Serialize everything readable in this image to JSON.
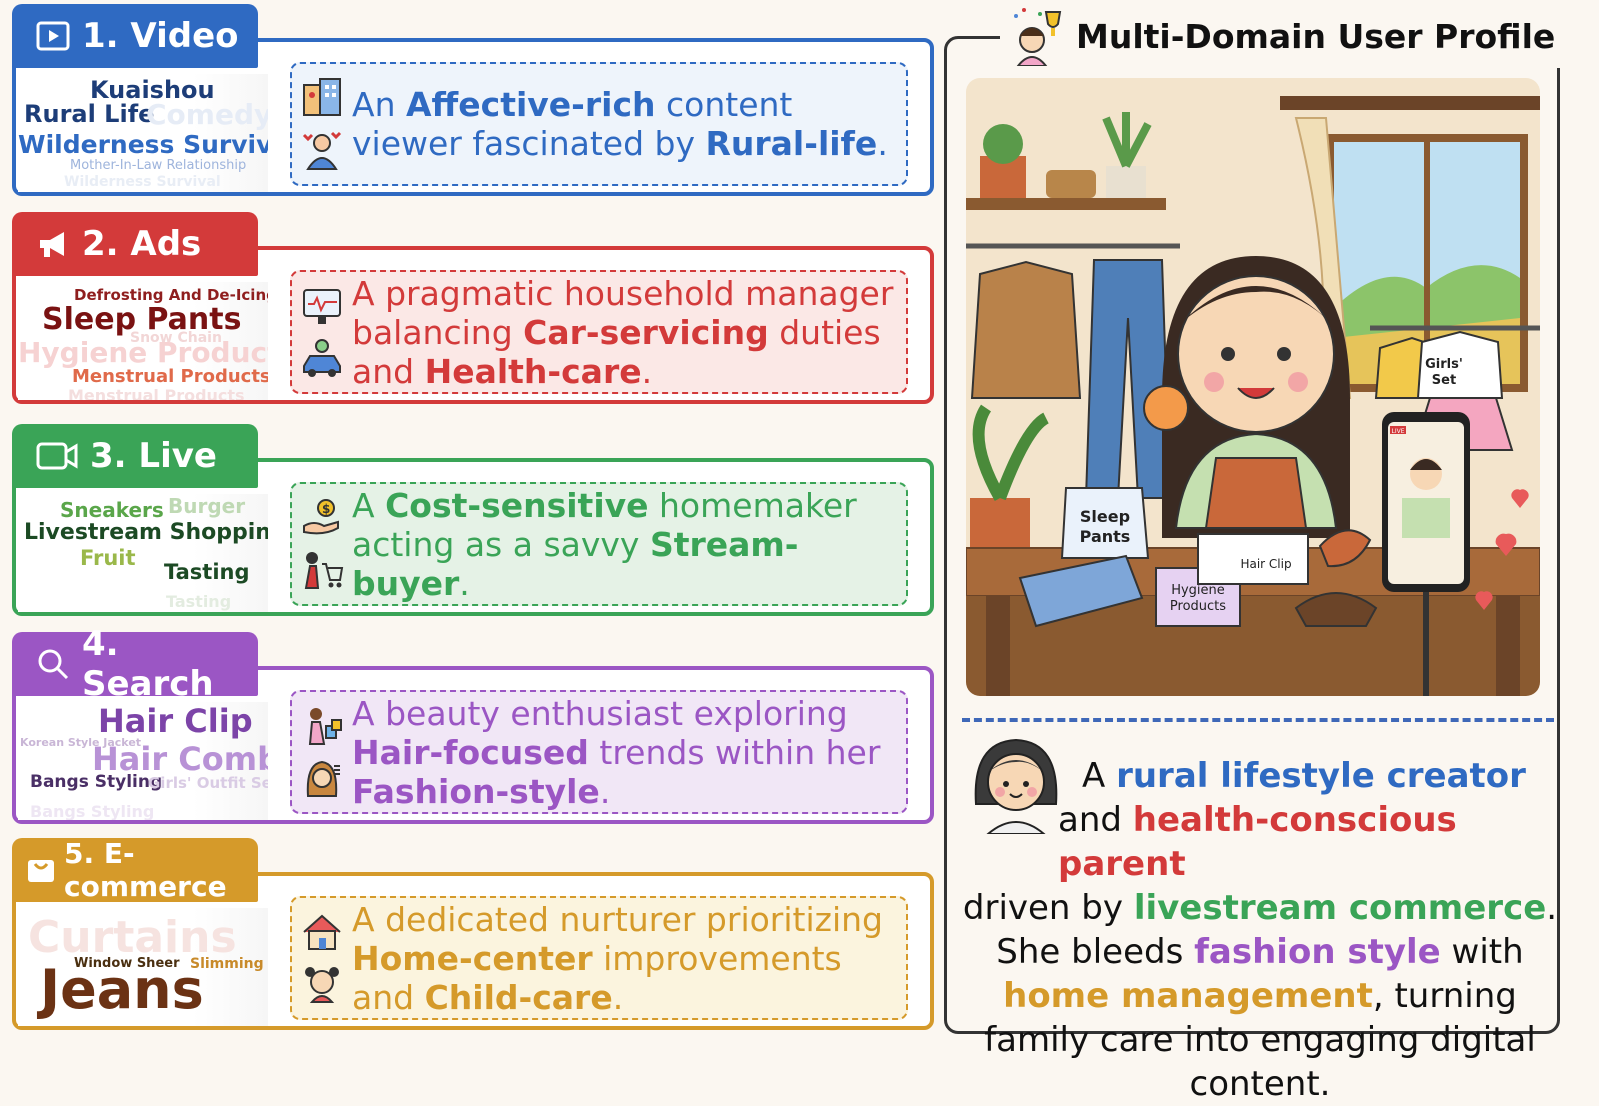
{
  "panels": [
    {
      "title": "1. Video",
      "color": "#2f6ac2",
      "bg": "#eef4fb",
      "cloud": [
        "Kuaishou",
        "Rural Life",
        "Comedy",
        "Wilderness Survival",
        "Mother-In-Law Relationship",
        "Wilderness Survival"
      ],
      "desc_parts": [
        "An ",
        "Affective-rich",
        " content viewer fascinated by ",
        "Rural-life",
        "."
      ],
      "icons": [
        "building-icon",
        "family-icon"
      ]
    },
    {
      "title": "2. Ads",
      "color": "#d33a3a",
      "bg": "#fbe8e6",
      "cloud": [
        "Defrosting And De-Icing",
        "Sleep Pants",
        "Snow Chain",
        "Hygiene Products",
        "Menstrual Products",
        "Menstrual Products"
      ],
      "desc_parts": [
        "A pragmatic household manager balancing ",
        "Car-servicing",
        " duties and ",
        "Health-care",
        "."
      ],
      "icons": [
        "health-chart-icon",
        "car-wash-icon"
      ]
    },
    {
      "title": "3. Live",
      "color": "#3aa457",
      "bg": "#e5f2e6",
      "cloud": [
        "Sneakers",
        "Burger",
        "Livestream Shopping",
        "Fruit",
        "Tasting",
        "Tasting"
      ],
      "desc_parts": [
        "A ",
        "Cost-sensitive",
        " homemaker acting as a savvy ",
        "Stream-buyer",
        "."
      ],
      "icons": [
        "money-hand-icon",
        "shopper-cart-icon"
      ]
    },
    {
      "title": "4. Search",
      "color": "#9b56c4",
      "bg": "#f1e7f6",
      "cloud": [
        "Hair Clip",
        "Korean Style Jacket",
        "Hair Comb",
        "Bangs Styling",
        "Girls' Outfit Set",
        "Bangs Styling"
      ],
      "desc_parts": [
        "A beauty enthusiast exploring ",
        "Hair-focused",
        " trends within her ",
        "Fashion-style",
        "."
      ],
      "icons": [
        "shopping-woman-icon",
        "hair-woman-icon"
      ]
    },
    {
      "title": "5. E-commerce",
      "color": "#d59a2a",
      "bg": "#fbf4de",
      "cloud": [
        "Curtains",
        "Window Sheer",
        "Slimming",
        "Jeans"
      ],
      "desc_parts": [
        "A dedicated nurturer prioritizing ",
        "Home-center",
        " improvements and ",
        "Child-care",
        "."
      ],
      "icons": [
        "house-icon",
        "child-icon"
      ]
    }
  ],
  "profile": {
    "title": "Multi-Domain User Profile",
    "scene_labels": {
      "sleep_pants": "Sleep\nPants",
      "hygiene": "Hygiene\nProducts",
      "hair_clip": "Hair Clip",
      "girls_set": "Girls'\nSet",
      "live": "LIVE"
    },
    "summary": [
      {
        "t": "A ",
        "c": ""
      },
      {
        "t": "rural lifestyle creator",
        "c": "#2f6ac2",
        "b": true
      },
      {
        "t": " and ",
        "c": ""
      },
      {
        "t": "health-conscious parent",
        "c": "#d33a3a",
        "b": true
      },
      {
        "t": " driven by ",
        "c": ""
      },
      {
        "t": "livestream commerce",
        "c": "#3aa457",
        "b": true
      },
      {
        "t": ". She bleeds ",
        "c": ""
      },
      {
        "t": "fashion style",
        "c": "#9b56c4",
        "b": true
      },
      {
        "t": " with ",
        "c": ""
      },
      {
        "t": "home management",
        "c": "#d59a2a",
        "b": true
      },
      {
        "t": ", turning family care into engaging digital content.",
        "c": ""
      }
    ]
  }
}
